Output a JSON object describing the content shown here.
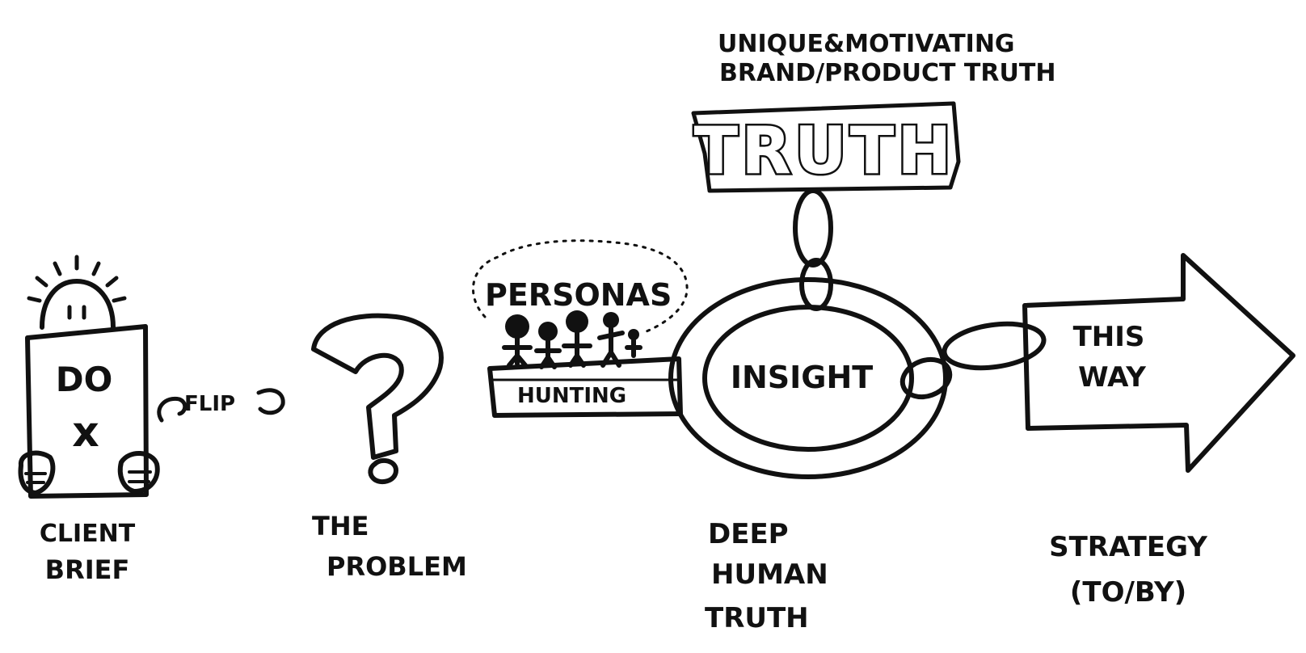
{
  "diagram": {
    "truth_caption_line1": "UNIQUE&MOTIVATING",
    "truth_caption_line2": "BRAND/PRODUCT TRUTH",
    "truth_sign": "TRUTH",
    "personas": "PERSONAS",
    "hunting": "HUNTING",
    "insight": "INSIGHT",
    "arrow_line1": "THIS",
    "arrow_line2": "WAY",
    "doc_line1": "DO",
    "doc_line2": "x",
    "flip": "FLIP",
    "labels": {
      "client_brief_line1": "CLIENT",
      "client_brief_line2": "BRIEF",
      "problem_line1": "THE",
      "problem_line2": "PROBLEM",
      "deep_line1": "DEEP",
      "deep_line2": "HUMAN",
      "deep_line3": "TRUTH",
      "strategy_line1": "STRATEGY",
      "strategy_line2": "(TO/BY)"
    }
  }
}
